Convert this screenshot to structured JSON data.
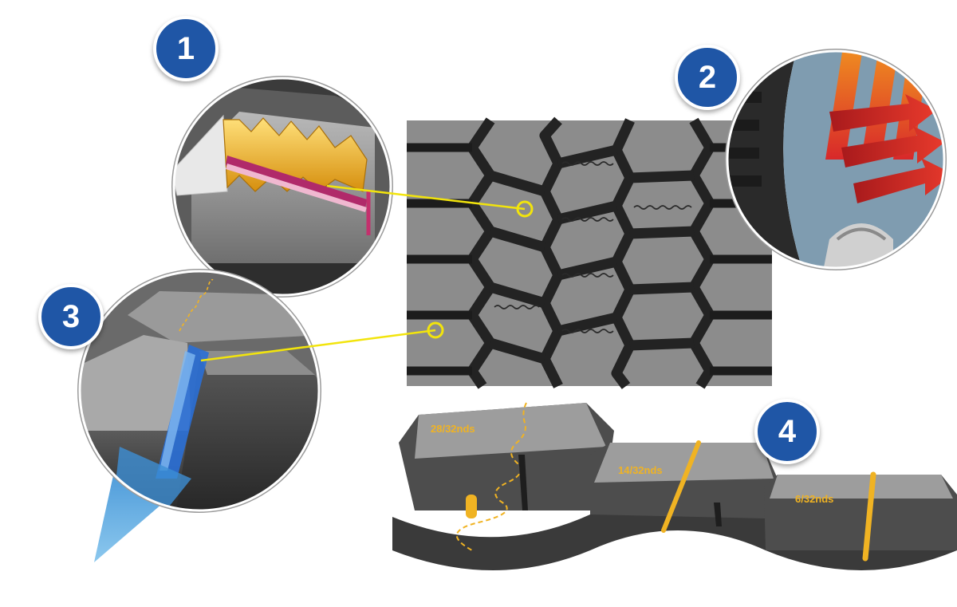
{
  "callouts": [
    {
      "number": "1"
    },
    {
      "number": "2"
    },
    {
      "number": "3"
    },
    {
      "number": "4"
    }
  ],
  "depth_labels": [
    "28/32nds",
    "14/32nds",
    "6/32nds"
  ],
  "colors": {
    "badge": "#1f56a6",
    "leader_line": "#f2e40c",
    "sipe_gold": "#f0b323",
    "tread_dark": "#2b2b2b",
    "tread_gray": "#8e8e8e",
    "sidewall_blue": "#7f9cb0",
    "arrow_red": "#d8282a",
    "arrow_orange": "#f39c1f",
    "channel_blue": "#2a6fd6",
    "cone_blue": "#6fb3e0"
  }
}
